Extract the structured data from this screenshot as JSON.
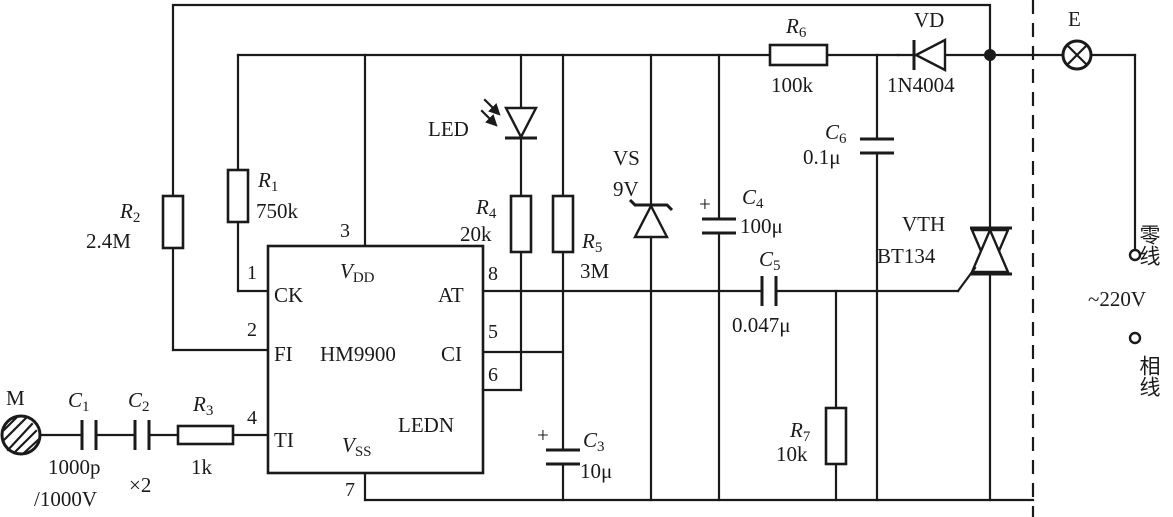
{
  "ic": {
    "name": "HM9900",
    "pins": [
      {
        "num": "1",
        "name": "CK"
      },
      {
        "num": "2",
        "name": "FI"
      },
      {
        "num": "3",
        "name": "V",
        "sub": "DD"
      },
      {
        "num": "4",
        "name": "TI"
      },
      {
        "num": "5",
        "name": "CI"
      },
      {
        "num": "6",
        "name": "LEDN"
      },
      {
        "num": "7",
        "name": "V",
        "sub": "SS"
      },
      {
        "num": "8",
        "name": "AT"
      }
    ]
  },
  "components": {
    "M": {
      "ref": "M"
    },
    "C1": {
      "ref": "C",
      "sub": "1",
      "value": "1000p",
      "value2": "/1000V",
      "note": "×2"
    },
    "C2": {
      "ref": "C",
      "sub": "2"
    },
    "R3": {
      "ref": "R",
      "sub": "3",
      "value": "1k"
    },
    "R1": {
      "ref": "R",
      "sub": "1",
      "value": "750k"
    },
    "R2": {
      "ref": "R",
      "sub": "2",
      "value": "2.4M"
    },
    "LED": {
      "ref": "LED"
    },
    "R4": {
      "ref": "R",
      "sub": "4",
      "value": "20k"
    },
    "R5": {
      "ref": "R",
      "sub": "5",
      "value": "3M"
    },
    "C3": {
      "ref": "C",
      "sub": "3",
      "value": "10μ",
      "polarity": "+"
    },
    "VS": {
      "ref": "VS",
      "value": "9V"
    },
    "C4": {
      "ref": "C",
      "sub": "4",
      "value": "100μ",
      "polarity": "+"
    },
    "C5": {
      "ref": "C",
      "sub": "5",
      "value": "0.047μ"
    },
    "R6": {
      "ref": "R",
      "sub": "6",
      "value": "100k"
    },
    "VD": {
      "ref": "VD",
      "value": "1N4004"
    },
    "C6": {
      "ref": "C",
      "sub": "6",
      "value": "0.1μ"
    },
    "R7": {
      "ref": "R",
      "sub": "7",
      "value": "10k"
    },
    "VTH": {
      "ref": "VTH",
      "value": "BT134"
    },
    "E": {
      "ref": "E"
    }
  },
  "mains": {
    "neutral_label": "零线",
    "phase_label": "相线",
    "voltage": "~220V"
  }
}
